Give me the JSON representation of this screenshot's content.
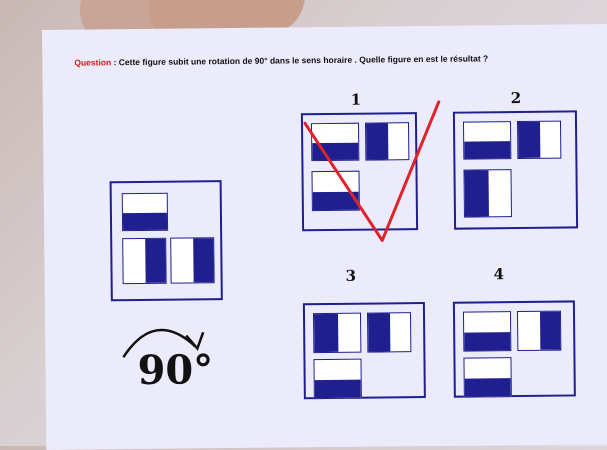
{
  "question": {
    "label": "Question",
    "text": " : Cette figure subit une rotation de 90° dans le sens horaire . Quelle figure en est le résultat ?"
  },
  "source": {
    "angle": "90°"
  },
  "options": [
    {
      "number": "1"
    },
    {
      "number": "2"
    },
    {
      "number": "3"
    },
    {
      "number": "4"
    }
  ],
  "colors": {
    "shape": "#1f1f8f",
    "question_label": "#d21b1b",
    "check_mark": "#e0222b",
    "card": "#ebebfb"
  }
}
